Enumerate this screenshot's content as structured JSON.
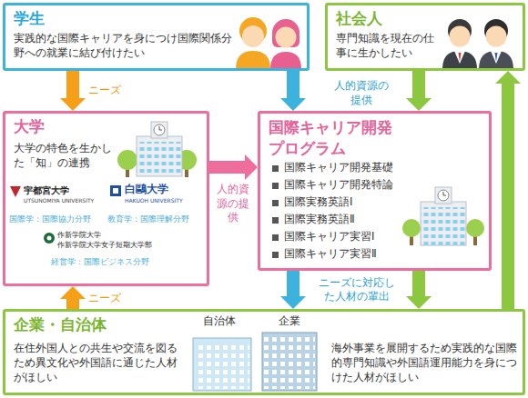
{
  "diagram": {
    "nodes": [
      {
        "text": [
          "学生",
          "実践的な国際キャリアを身につけ国際関係分野への就業に結び付けたい"
        ]
      },
      {
        "text": [
          "社会人",
          "専門知識を現在の仕事に生かしたい"
        ]
      },
      {
        "text": [
          "大学",
          "大学の特色を生かした「知」の連携"
        ]
      },
      {
        "text": [
          "国際キャリア開発プログラム",
          "国際キャリア開発基礎",
          "国際キャリア開発特論",
          "国際実務英語Ⅰ",
          "国際実務英語Ⅱ",
          "国際キャリア実習Ⅰ",
          "国際キャリア実習Ⅱ"
        ]
      },
      {
        "text": [
          "企業・自治体",
          "在住外国人との共生や交流を図るため異文化や外国語に通じた人材がほしい",
          "海外事業を展開するため実践的な国際的専門知識や外国語運用能力を身につけた人材がほしい"
        ]
      }
    ],
    "edges": [
      {
        "from": 0,
        "to": 2,
        "arrow": "to",
        "label": "ニーズ"
      },
      {
        "from": 0,
        "to": 3,
        "arrow": "to",
        "label": "人的資源の提供"
      },
      {
        "from": 1,
        "to": 3,
        "arrow": "to"
      },
      {
        "from": 2,
        "to": 3,
        "arrow": "to",
        "label": "人的資源の提供"
      },
      {
        "from": 3,
        "to": 4,
        "arrow": "to",
        "label": "ニーズに対応した人材の輩出"
      },
      {
        "from": 3,
        "to": 4,
        "arrow": "to"
      },
      {
        "from": 4,
        "to": 1,
        "arrow": "to"
      },
      {
        "from": 4,
        "to": 2,
        "arrow": "to",
        "label": "ニーズ"
      }
    ],
    "labels": [
      "宇都宮大学",
      "UTSUNOMIYA UNIVERSITY",
      "国際学：国際協力分野",
      "白鷗大学",
      "HAKUOH UNIVERSITY",
      "教育学：国際理解分野",
      "作新学院大学",
      "作新学院大学女子短期大学部",
      "経営学：国際ビジネス分野",
      "自治体",
      "企業"
    ]
  }
}
